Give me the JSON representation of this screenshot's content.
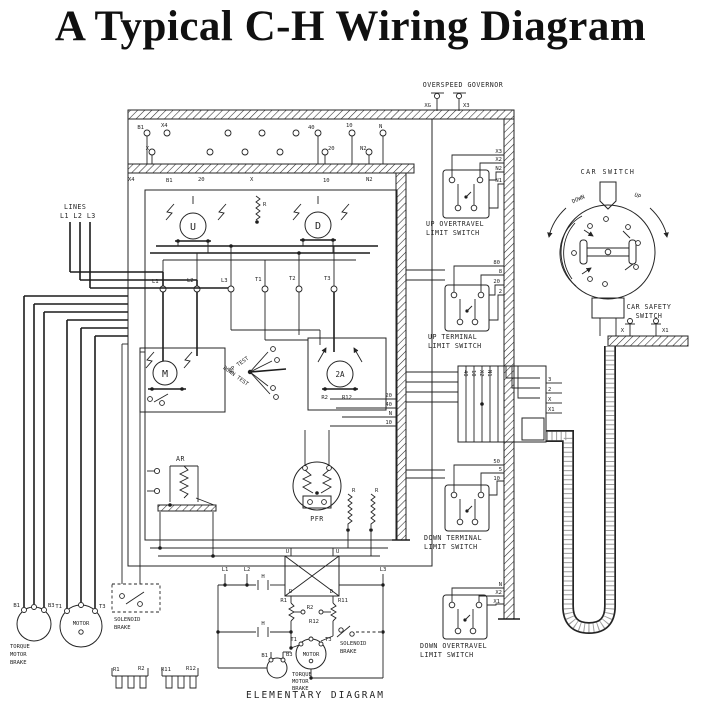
{
  "title": "A Typical C-H Wiring Diagram",
  "ink": "#1f1f1f",
  "governor": {
    "label": "OVERSPEED GOVERNOR",
    "t1": "XG",
    "t2": "X3"
  },
  "carSwitch": {
    "label": "CAR SWITCH",
    "down": "DOWN",
    "up": "UP"
  },
  "carSafety": {
    "l1": "CAR SAFETY",
    "l2": "SWITCH",
    "t1": "X",
    "t2": "X1"
  },
  "ls0": {
    "n1": "UP OVERTRAVEL",
    "n2": "LIMIT SWITCH",
    "w0": "X3",
    "w1": "X2",
    "w2": "N2",
    "w3": "N1"
  },
  "ls1": {
    "n1": "UP TERMINAL",
    "n2": "LIMIT SWITCH",
    "w0": "80",
    "w1": "8",
    "w2": "20",
    "w3": "2"
  },
  "ls2": {
    "n1": "DOWN TERMINAL",
    "n2": "LIMIT SWITCH",
    "w0": "50",
    "w1": "5",
    "w2": "10"
  },
  "ls3": {
    "n1": "DOWN OVERTRAVEL",
    "n2": "LIMIT SWITCH",
    "w0": "N",
    "w1": "X2",
    "w2": "X1"
  },
  "lines": {
    "label": "LINES",
    "wires": "L1 L2 L3"
  },
  "panel": {
    "tt0": "B1",
    "tt1": "X4",
    "tt2": "40",
    "tt3": "10",
    "tt4": "N",
    "tb0": "X",
    "tb1": "20",
    "tb2": "N2",
    "st0": "X4",
    "st1": "B1",
    "st2": "20",
    "st3": "X",
    "st4": "10",
    "st5": "N2",
    "bus0": "L1",
    "bus1": "L2",
    "bus2": "L3",
    "bus3": "T1",
    "bus4": "T2",
    "bus5": "T3",
    "u": "U",
    "d": "D",
    "m": "M",
    "a": "2A",
    "r": "R",
    "upTest": "UP TEST",
    "downTest": "DOWN TEST",
    "ar": "AR",
    "pfr": "PFR",
    "pr1": "R",
    "pr2": "R",
    "rw0": "20",
    "rw1": "40",
    "rw2": "N",
    "rw3": "10",
    "ac0": "R2",
    "ac1": "R12"
  },
  "jbox": {
    "v0": "40",
    "v1": "10",
    "v2": "X2",
    "v3": "N1",
    "s0": "3",
    "s1": "2",
    "s2": "X",
    "s3": "X1"
  },
  "machines": {
    "tq1": "TORQUE",
    "tq2": "MOTOR",
    "tq3": "BRAKE",
    "b1": "B1",
    "b3": "B3",
    "motor": "MOTOR",
    "t1": "T1",
    "t3": "T3",
    "so1": "SOLENOID",
    "so2": "BRAKE"
  },
  "resistors": {
    "r1": "R1",
    "r2": "R2",
    "r11": "R11",
    "r12": "R12"
  },
  "elem": {
    "caption": "ELEMENTARY DIAGRAM",
    "l1": "L1",
    "l2": "L2",
    "l3": "L3",
    "h": "H",
    "u1": "U",
    "u2": "U",
    "d1": "D",
    "d2": "D",
    "r1": "R1",
    "r11": "R11",
    "r2": "R2",
    "r12": "R12",
    "t1": "T1",
    "t3": "T3",
    "motor": "MOTOR",
    "b1": "B1",
    "b3": "B3",
    "tq1": "TORQUE",
    "tq2": "MOTOR",
    "tq3": "BRAKE",
    "so1": "SOLENOID",
    "so2": "BRAKE"
  }
}
